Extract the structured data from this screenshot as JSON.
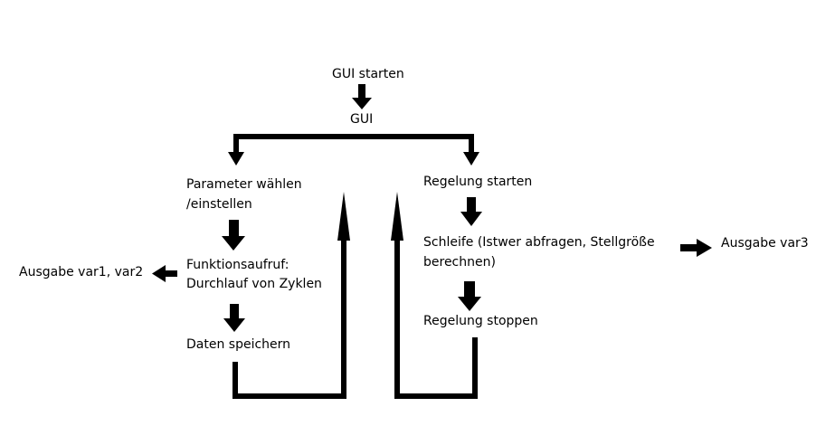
{
  "colors": {
    "line": "#000000",
    "text": "#000000",
    "background": "#ffffff"
  },
  "nodes": {
    "gui_start": "GUI starten",
    "gui": "GUI",
    "param_line1": "Parameter wählen",
    "param_line2": "/einstellen",
    "func_line1": "Funktionsaufruf:",
    "func_line2": "Durchlauf von Zyklen",
    "save": "Daten speichern",
    "output_left": "Ausgabe var1, var2",
    "reg_start": "Regelung starten",
    "loop_line1": "Schleife (Istwer abfragen, Stellgröße",
    "loop_line2": "berechnen)",
    "output_right": "Ausgabe var3",
    "reg_stop": "Regelung stoppen"
  }
}
